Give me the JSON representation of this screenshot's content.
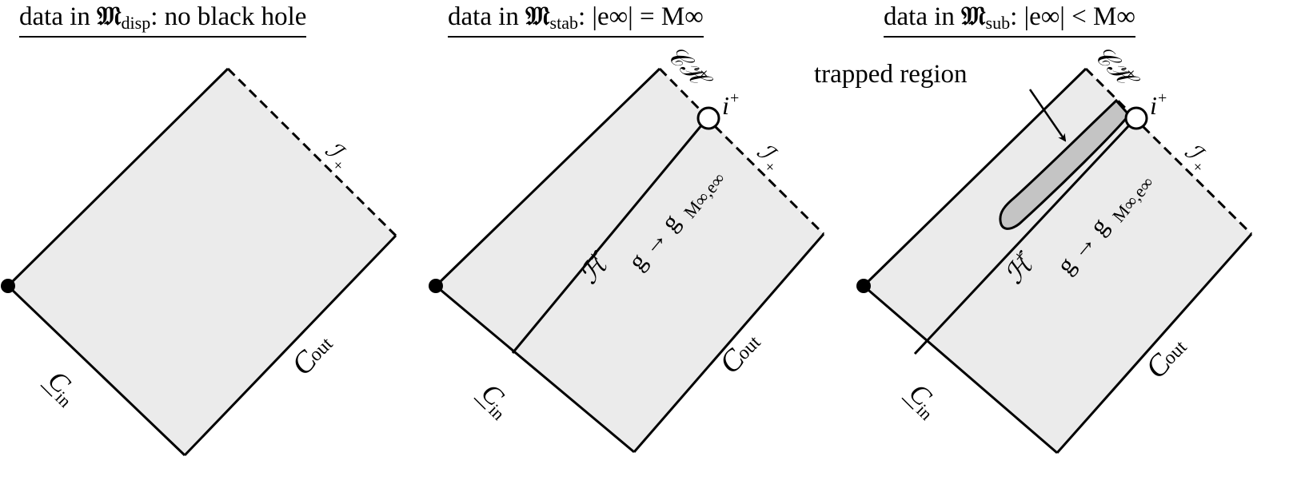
{
  "panels": [
    {
      "title_prefix": "data in ",
      "title_symbol": "𝔐",
      "title_sub": "disp",
      "title_suffix": ": no black hole",
      "labels": {
        "scri": "ℐ",
        "scri_sup": "+",
        "c_in": "C",
        "c_in_sub": "in",
        "c_out": "C",
        "c_out_sub": "out"
      }
    },
    {
      "title_prefix": "data in ",
      "title_symbol": "𝔐",
      "title_sub": "stab",
      "title_suffix": ": |e∞| = M∞",
      "labels": {
        "cauchy_horizon": "𝒞ℋ",
        "cauchy_horizon_sup": "+",
        "i_plus": "i",
        "i_plus_sup": "+",
        "scri": "ℐ",
        "scri_sup": "+",
        "event_horizon": "ℋ",
        "event_horizon_sup": "+",
        "convergence": "g → g",
        "convergence_sub": "M∞,e∞",
        "c_in": "C",
        "c_in_sub": "in",
        "c_out": "C",
        "c_out_sub": "out"
      }
    },
    {
      "title_prefix": "data in ",
      "title_symbol": "𝔐",
      "title_sub": "sub",
      "title_suffix": ": |e∞| < M∞",
      "labels": {
        "trapped_region": "trapped region",
        "cauchy_horizon": "𝒞ℋ",
        "cauchy_horizon_sup": "+",
        "i_plus": "i",
        "i_plus_sup": "+",
        "scri": "ℐ",
        "scri_sup": "+",
        "event_horizon": "ℋ",
        "event_horizon_sup": "+",
        "convergence": "g → g",
        "convergence_sub": "M∞,e∞",
        "c_in": "C",
        "c_in_sub": "in",
        "c_out": "C",
        "c_out_sub": "out"
      }
    }
  ],
  "colors": {
    "region_fill": "#ebebeb",
    "trapped_fill": "#c4c4c4",
    "stroke": "#000000",
    "background": "#ffffff"
  }
}
